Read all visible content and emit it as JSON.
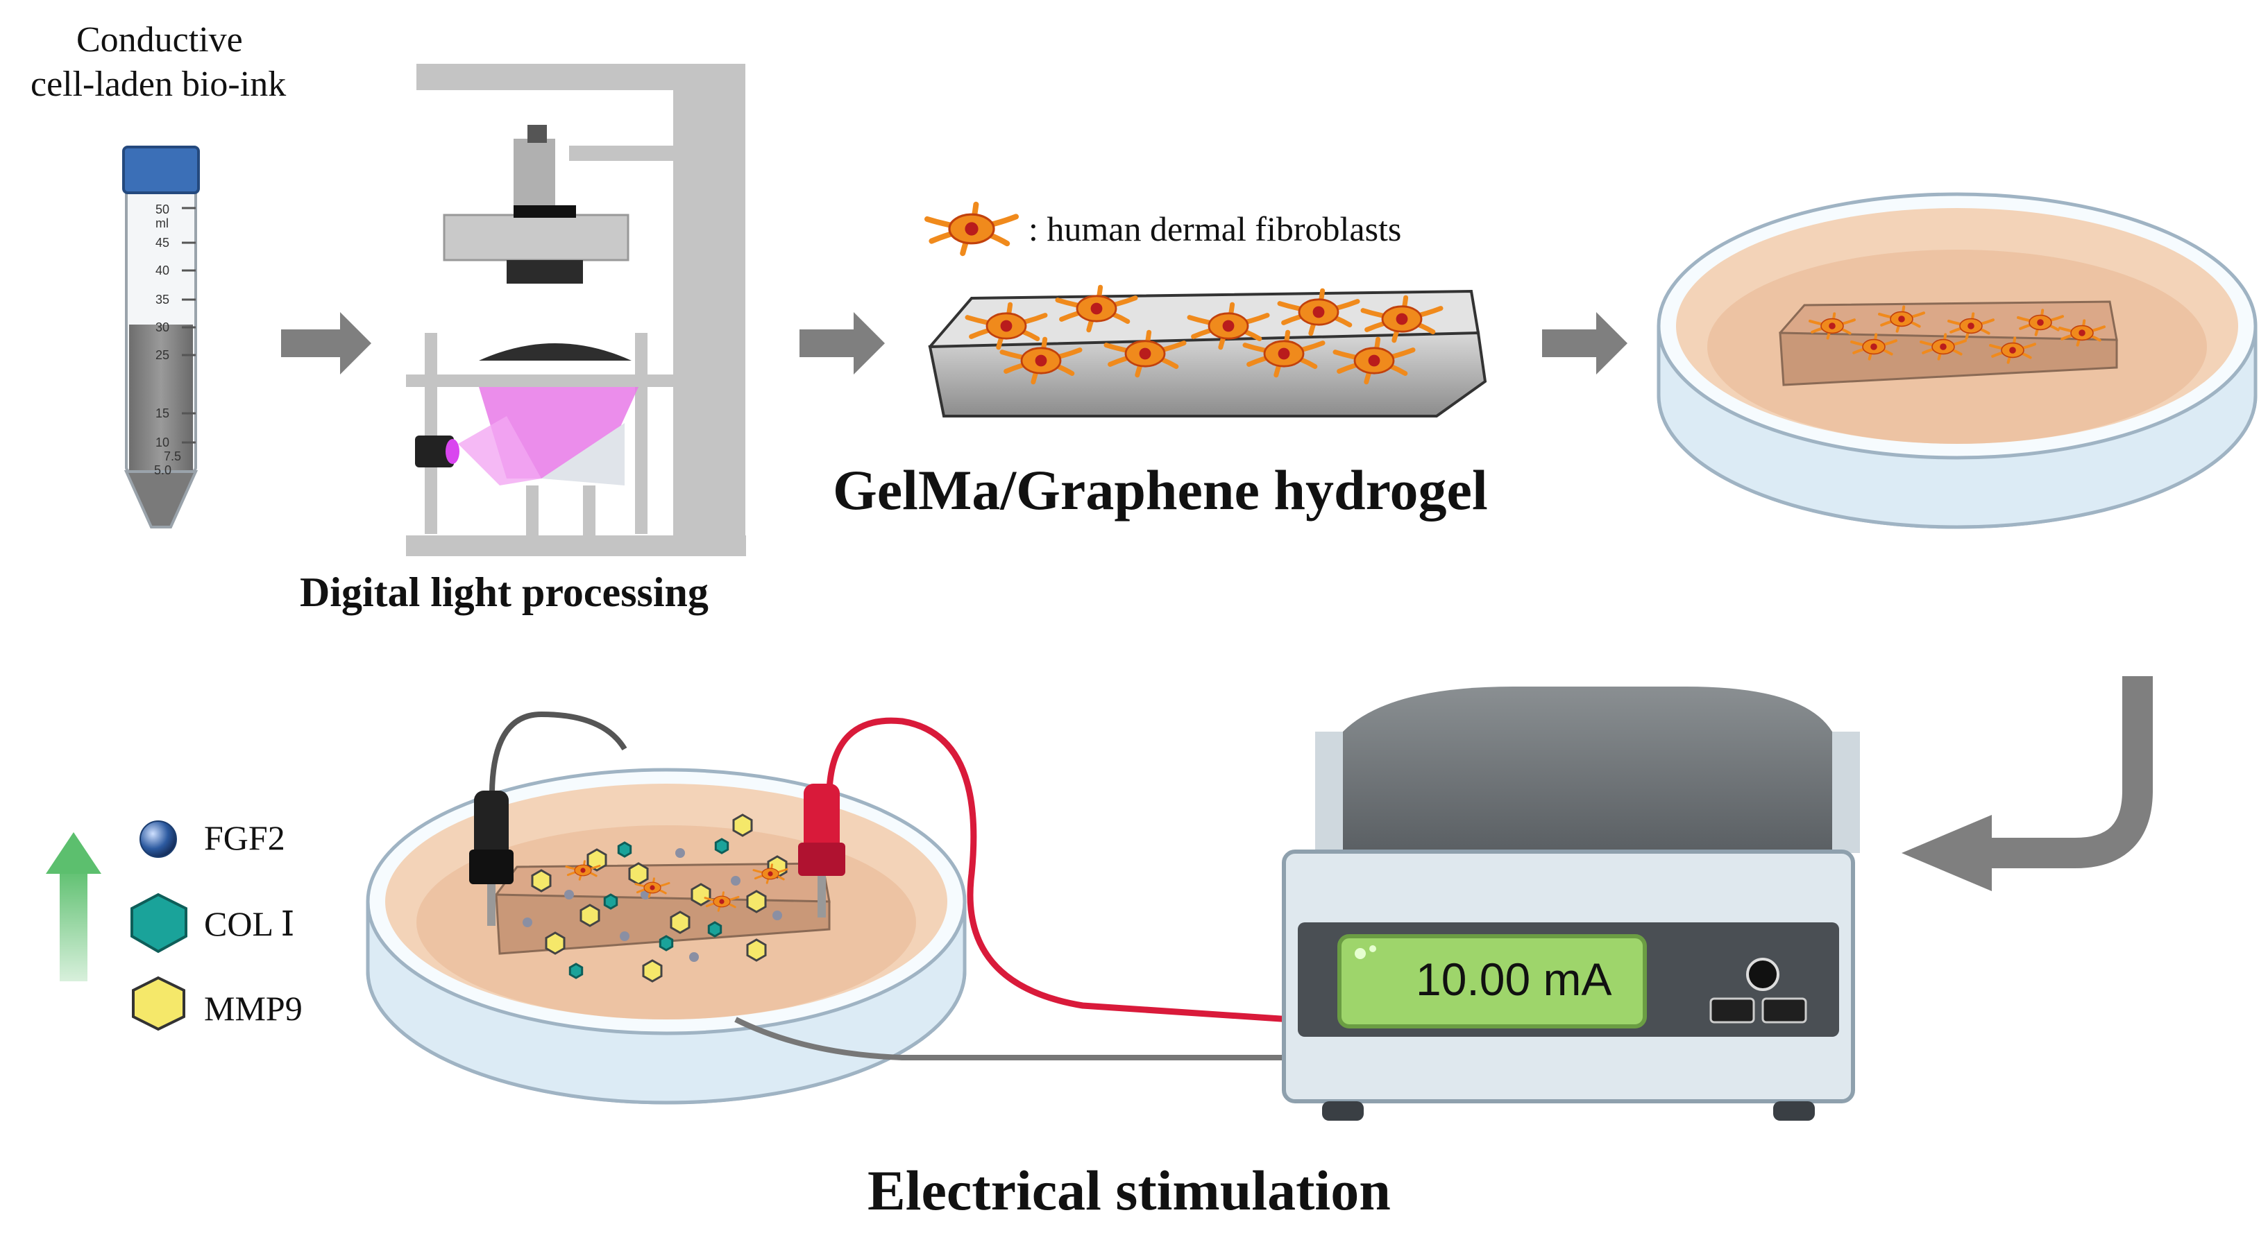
{
  "step1": {
    "line1": "Conductive",
    "line2": "cell-laden bio-ink",
    "tube_marks": [
      "50",
      "ml",
      "45",
      "40",
      "35",
      "30",
      "25",
      "15",
      "10",
      "7.5",
      "5.0"
    ]
  },
  "step2": {
    "title": "Digital light processing"
  },
  "step3": {
    "legend": ": human dermal fibroblasts",
    "title": "GelMa/Graphene hydrogel"
  },
  "step5": {
    "title": "Electrical stimulation",
    "display": "10.00 mA",
    "factors": [
      "FGF2",
      "COL Ⅰ",
      "MMP9"
    ]
  },
  "colors": {
    "arrow": "#7f7f7f",
    "tube_cap": "#3b6fb7",
    "uv_light": "#e879e8",
    "cell": "#f08a1c",
    "medium": "#f3c9a6",
    "display": "#9ed56b",
    "red_lead": "#d91a3a",
    "black_lead": "#222222",
    "fgf2": "#2c5aa0",
    "col1": "#1aa39a",
    "mmp9": "#f5e86a",
    "up_arrow": "#8fd19e"
  }
}
